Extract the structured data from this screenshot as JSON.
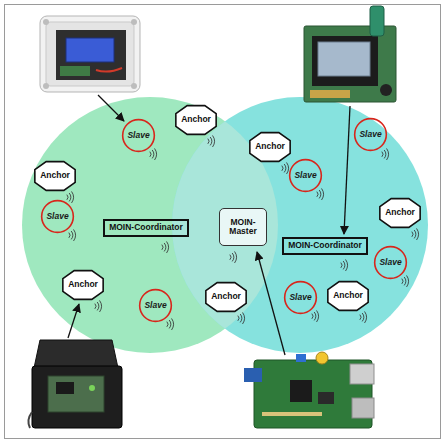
{
  "diagram": {
    "nodes": [
      {
        "text": [
          "Anchor"
        ]
      },
      {
        "text": [
          "Slave"
        ]
      },
      {
        "text": [
          "Slave"
        ]
      },
      {
        "text": [
          "Anchor"
        ]
      },
      {
        "text": [
          "Anchor"
        ]
      },
      {
        "text": [
          "Slave"
        ]
      },
      {
        "text": [
          "Anchor"
        ]
      },
      {
        "text": [
          "Slave"
        ]
      },
      {
        "text": [
          "MOIN-Coordinator"
        ]
      },
      {
        "text": [
          "MOIN- Master"
        ]
      },
      {
        "text": [
          "MOIN-Coordinator"
        ]
      },
      {
        "text": [
          "Slave"
        ]
      },
      {
        "text": [
          "Anchor"
        ]
      },
      {
        "text": [
          "Anchor"
        ]
      },
      {
        "text": [
          "Slave"
        ]
      },
      {
        "text": [
          "Anchor"
        ]
      },
      {
        "text": [
          "Slave"
        ]
      }
    ]
  }
}
